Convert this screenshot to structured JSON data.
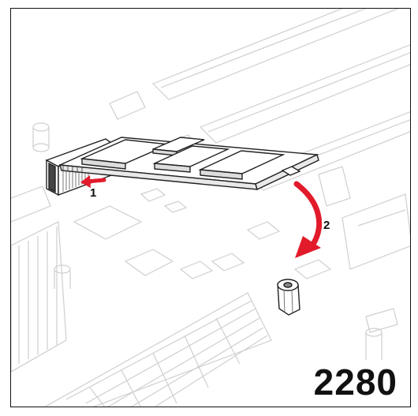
{
  "diagram": {
    "step_1": "1",
    "step_2": "2",
    "module_size": "2280",
    "arrow_color": "#e21b2b",
    "line_color": "#222222",
    "faint_color": "#d6d6d6"
  }
}
